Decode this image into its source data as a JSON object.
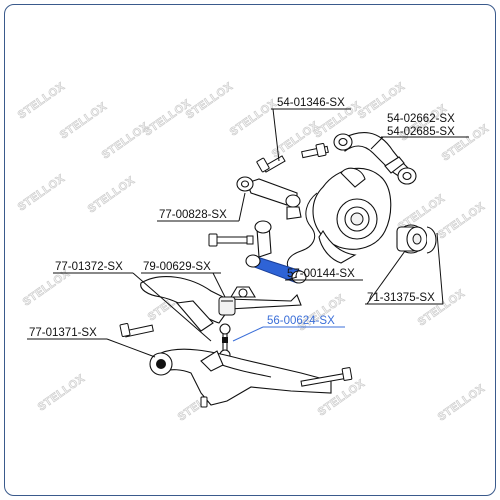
{
  "watermark": "STELLOX",
  "part_labels": {
    "p54_01346": "54-01346-SX",
    "p54_02662": "54-02662-SX",
    "p54_02685": "54-02685-SX",
    "p77_00828": "77-00828-SX",
    "p79_00629": "79-00629-SX",
    "p77_01372": "77-01372-SX",
    "p57_00144": "57-00144-SX",
    "p71_31375": "71-31375-SX",
    "p56_00624": "56-00624-SX",
    "p77_01371": "77-01371-SX"
  },
  "colors": {
    "highlight": "#2e63d6",
    "highlight_label": "#3b6fd8",
    "frame": "#3a5a8c",
    "line": "#111111",
    "watermark": "#cfcfcf"
  }
}
